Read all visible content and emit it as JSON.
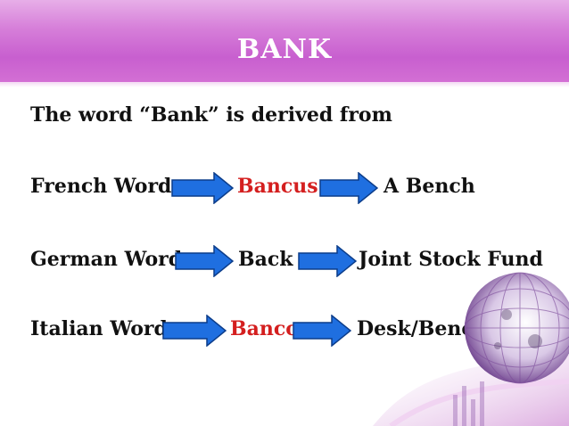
{
  "slide": {
    "title": "BANK",
    "intro": "The word “Bank” is derived from",
    "rows": [
      {
        "origin": "French Word",
        "word": "Bancus",
        "meaning": "A Bench"
      },
      {
        "origin": "German Word",
        "word": "Back",
        "meaning": "Joint Stock Fund"
      },
      {
        "origin": "Italian Word",
        "word": "Banco",
        "meaning": "Desk/Bench"
      }
    ]
  },
  "colors": {
    "header": "#cc66d3",
    "arrow_fill": "#1f6fe0",
    "arrow_stroke": "#0c3d8a",
    "highlight": "#d41f1f"
  },
  "icons": [
    "right-arrow-icon",
    "globe-decoration"
  ]
}
